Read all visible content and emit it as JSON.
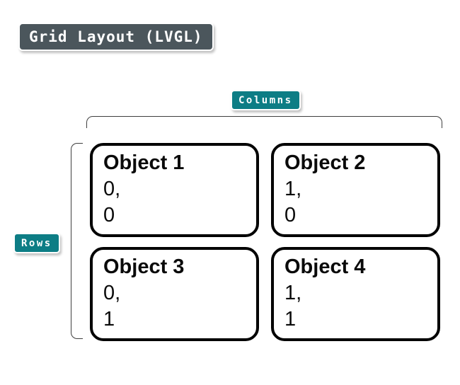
{
  "diagram": {
    "title": "Grid Layout (LVGL)",
    "columns_label": "Columns",
    "rows_label": "Rows"
  },
  "cells": [
    {
      "title": "Object 1",
      "col": "0,",
      "row": "0"
    },
    {
      "title": "Object 2",
      "col": "1,",
      "row": "0"
    },
    {
      "title": "Object 3",
      "col": "0,",
      "row": "1"
    },
    {
      "title": "Object 4",
      "col": "1,",
      "row": "1"
    }
  ],
  "colors": {
    "title_badge_bg": "#4b565c",
    "label_badge_bg": "#0d7d85",
    "badge_text": "#ffffff",
    "box_border": "#000000",
    "box_text": "#0a0a0a",
    "bracket_line": "#3f3f3f",
    "background": "#ffffff"
  }
}
